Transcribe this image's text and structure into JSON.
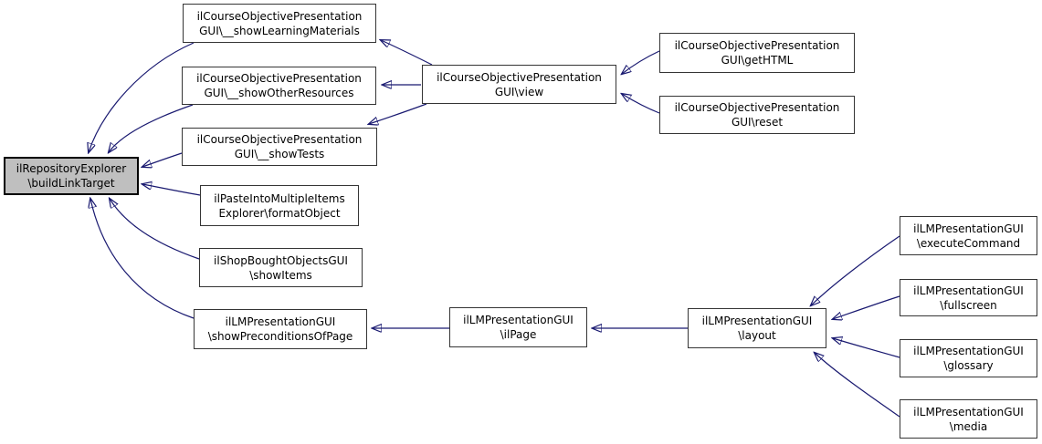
{
  "diagram": {
    "type": "caller-graph",
    "focus_function": "ilRepositoryExplorer\\buildLinkTarget",
    "colors": {
      "background": "#ffffff",
      "edge": "#191970",
      "node_fill": "#ffffff",
      "node_border": "#000000",
      "highlight_fill": "#bfbfbf"
    }
  },
  "nodes": [
    {
      "id": "buildLinkTarget",
      "line1": "ilRepositoryExplorer",
      "line2": "\\buildLinkTarget",
      "highlighted": true
    },
    {
      "id": "showLearningMaterials",
      "line1": "ilCourseObjectivePresentation",
      "line2": "GUI\\__showLearningMaterials",
      "highlighted": false
    },
    {
      "id": "showOtherResources",
      "line1": "ilCourseObjectivePresentation",
      "line2": "GUI\\__showOtherResources",
      "highlighted": false
    },
    {
      "id": "showTests",
      "line1": "ilCourseObjectivePresentation",
      "line2": "GUI\\__showTests",
      "highlighted": false
    },
    {
      "id": "formatObject",
      "line1": "ilPasteIntoMultipleItems",
      "line2": "Explorer\\formatObject",
      "highlighted": false
    },
    {
      "id": "showItems",
      "line1": "ilShopBoughtObjectsGUI",
      "line2": "\\showItems",
      "highlighted": false
    },
    {
      "id": "showPreconditionsOfPage",
      "line1": "ilLMPresentationGUI",
      "line2": "\\showPreconditionsOfPage",
      "highlighted": false
    },
    {
      "id": "view",
      "line1": "ilCourseObjectivePresentation",
      "line2": "GUI\\view",
      "highlighted": false
    },
    {
      "id": "getHTML",
      "line1": "ilCourseObjectivePresentation",
      "line2": "GUI\\getHTML",
      "highlighted": false
    },
    {
      "id": "reset",
      "line1": "ilCourseObjectivePresentation",
      "line2": "GUI\\reset",
      "highlighted": false
    },
    {
      "id": "ilPage",
      "line1": "ilLMPresentationGUI",
      "line2": "\\ilPage",
      "highlighted": false
    },
    {
      "id": "layout",
      "line1": "ilLMPresentationGUI",
      "line2": "\\layout",
      "highlighted": false
    },
    {
      "id": "executeCommand",
      "line1": "ilLMPresentationGUI",
      "line2": "\\executeCommand",
      "highlighted": false
    },
    {
      "id": "fullscreen",
      "line1": "ilLMPresentationGUI",
      "line2": "\\fullscreen",
      "highlighted": false
    },
    {
      "id": "glossary",
      "line1": "ilLMPresentationGUI",
      "line2": "\\glossary",
      "highlighted": false
    },
    {
      "id": "media",
      "line1": "ilLMPresentationGUI",
      "line2": "\\media",
      "highlighted": false
    }
  ],
  "edges": [
    {
      "from": "showLearningMaterials",
      "to": "buildLinkTarget"
    },
    {
      "from": "showOtherResources",
      "to": "buildLinkTarget"
    },
    {
      "from": "showTests",
      "to": "buildLinkTarget"
    },
    {
      "from": "formatObject",
      "to": "buildLinkTarget"
    },
    {
      "from": "showItems",
      "to": "buildLinkTarget"
    },
    {
      "from": "showPreconditionsOfPage",
      "to": "buildLinkTarget"
    },
    {
      "from": "view",
      "to": "showLearningMaterials"
    },
    {
      "from": "view",
      "to": "showOtherResources"
    },
    {
      "from": "view",
      "to": "showTests"
    },
    {
      "from": "getHTML",
      "to": "view"
    },
    {
      "from": "reset",
      "to": "view"
    },
    {
      "from": "ilPage",
      "to": "showPreconditionsOfPage"
    },
    {
      "from": "layout",
      "to": "ilPage"
    },
    {
      "from": "executeCommand",
      "to": "layout"
    },
    {
      "from": "fullscreen",
      "to": "layout"
    },
    {
      "from": "glossary",
      "to": "layout"
    },
    {
      "from": "media",
      "to": "layout"
    }
  ]
}
